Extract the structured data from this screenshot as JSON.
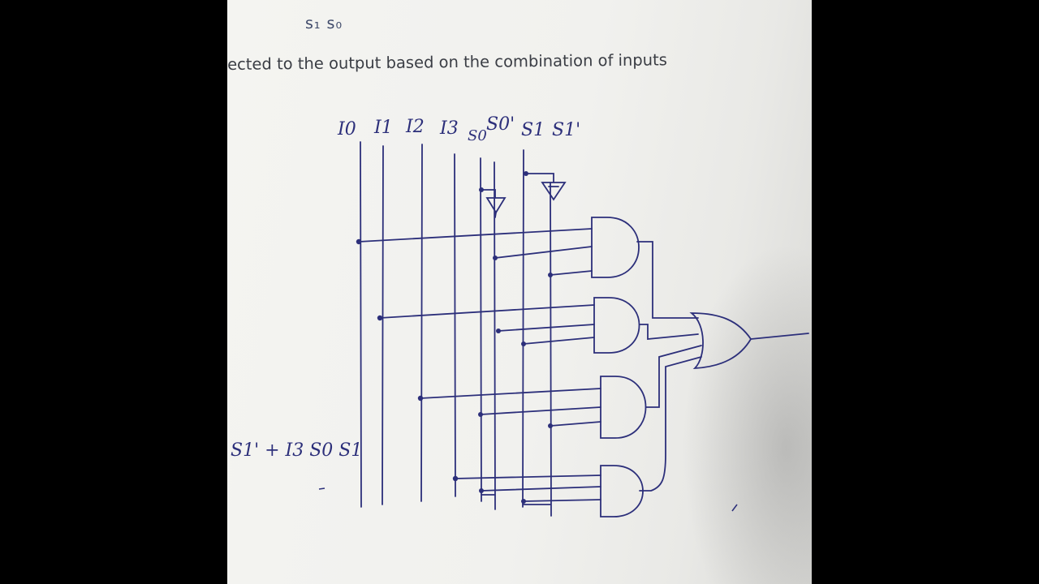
{
  "page_header": {
    "select_labels": "s₁  s₀",
    "sentence": "ected to the output based on the combination of inputs"
  },
  "diagram": {
    "input_labels": [
      "I0",
      "I1",
      "I2",
      "I3",
      "S0",
      "S0'",
      "S1",
      "S1'"
    ],
    "margin_expression": "S1' + I3 S0 S1",
    "gates": [
      "and-gate-1",
      "and-gate-2",
      "and-gate-3",
      "and-gate-4",
      "or-gate"
    ]
  },
  "colors": {
    "ink": "#2c2f7a",
    "print": "#3a3d44",
    "paper": "#f2f2ef",
    "background": "#000000"
  }
}
